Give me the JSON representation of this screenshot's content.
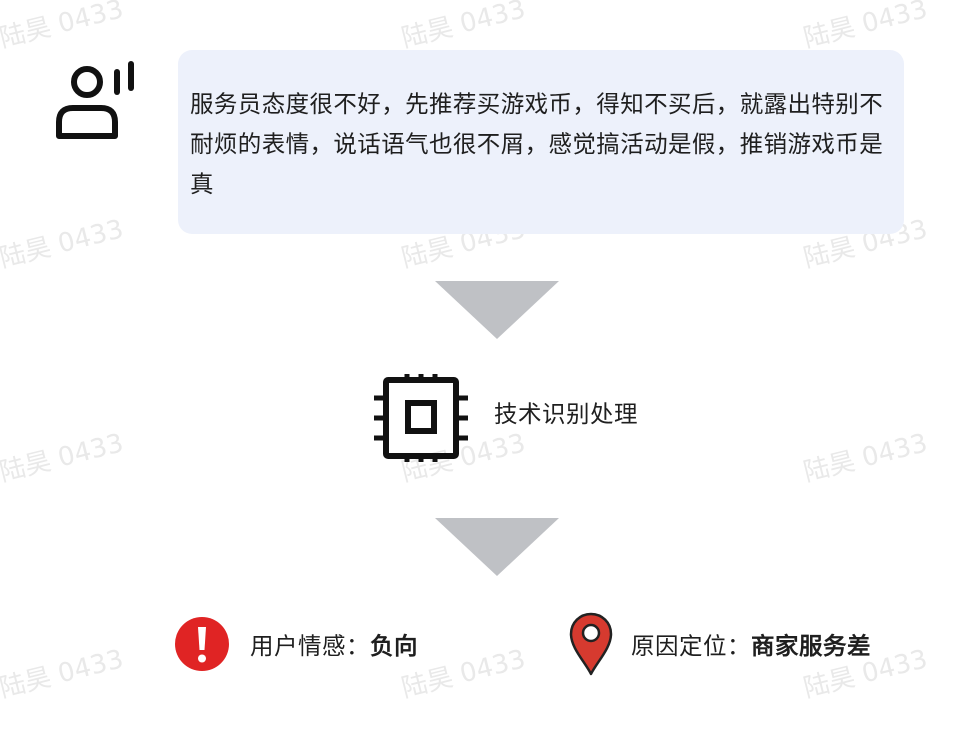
{
  "watermark": "陆昊 0433",
  "speech": {
    "text": "服务员态度很不好，先推荐买游戏币，得知不买后，就露出特别不耐烦的表情，说话语气也很不屑，感觉搞活动是假，推销游戏币是真"
  },
  "process": {
    "label": "技术识别处理"
  },
  "results": {
    "sentiment": {
      "label": "用户情感：",
      "value": "负向"
    },
    "cause": {
      "label": "原因定位：",
      "value": "商家服务差"
    }
  },
  "colors": {
    "bubble": "#edf1fb",
    "arrow": "#bfc1c5",
    "alert": "#e02424",
    "pin": "#d63a2f",
    "text": "#1f1f1f"
  }
}
